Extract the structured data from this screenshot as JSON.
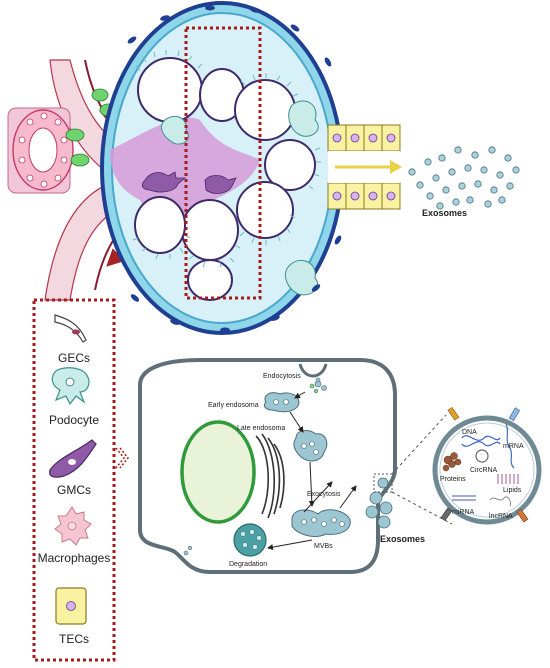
{
  "labels": {
    "exosomes_top": "Exosomes",
    "exosomes_mid": "Exosomes",
    "endocytosis": "Endocytosis",
    "early_endosome": "Early endosoma",
    "late_endosome": "Late endosoma",
    "exocytosis": "Exocytosis",
    "mvbs": "MVBs",
    "degradation": "Degradation",
    "dna": "DNA",
    "mrna": "mRNA",
    "circrna": "CircRNA",
    "proteins": "Proteins",
    "lipids": "Lipids",
    "mirna": "miRNA",
    "lncrna": "lncRNA"
  },
  "legend": [
    {
      "label": "GECs"
    },
    {
      "label": "Podocyte"
    },
    {
      "label": "GMCs"
    },
    {
      "label": "Macrophages"
    },
    {
      "label": "TECs"
    }
  ],
  "colors": {
    "capsule_outer": "#1f3f93",
    "capsule_fill": "#8fd6ea",
    "capillary_fill": "#ffffff",
    "capillary_edge": "#3d2a6a",
    "mesangium": "#c77cc7",
    "dotted_box": "#a61c1c",
    "tubule": "#f8f2a2",
    "cell_membrane": "#5f6f78",
    "nucleus": "#2f9a3a",
    "vesicle": "#9cc6d2"
  }
}
